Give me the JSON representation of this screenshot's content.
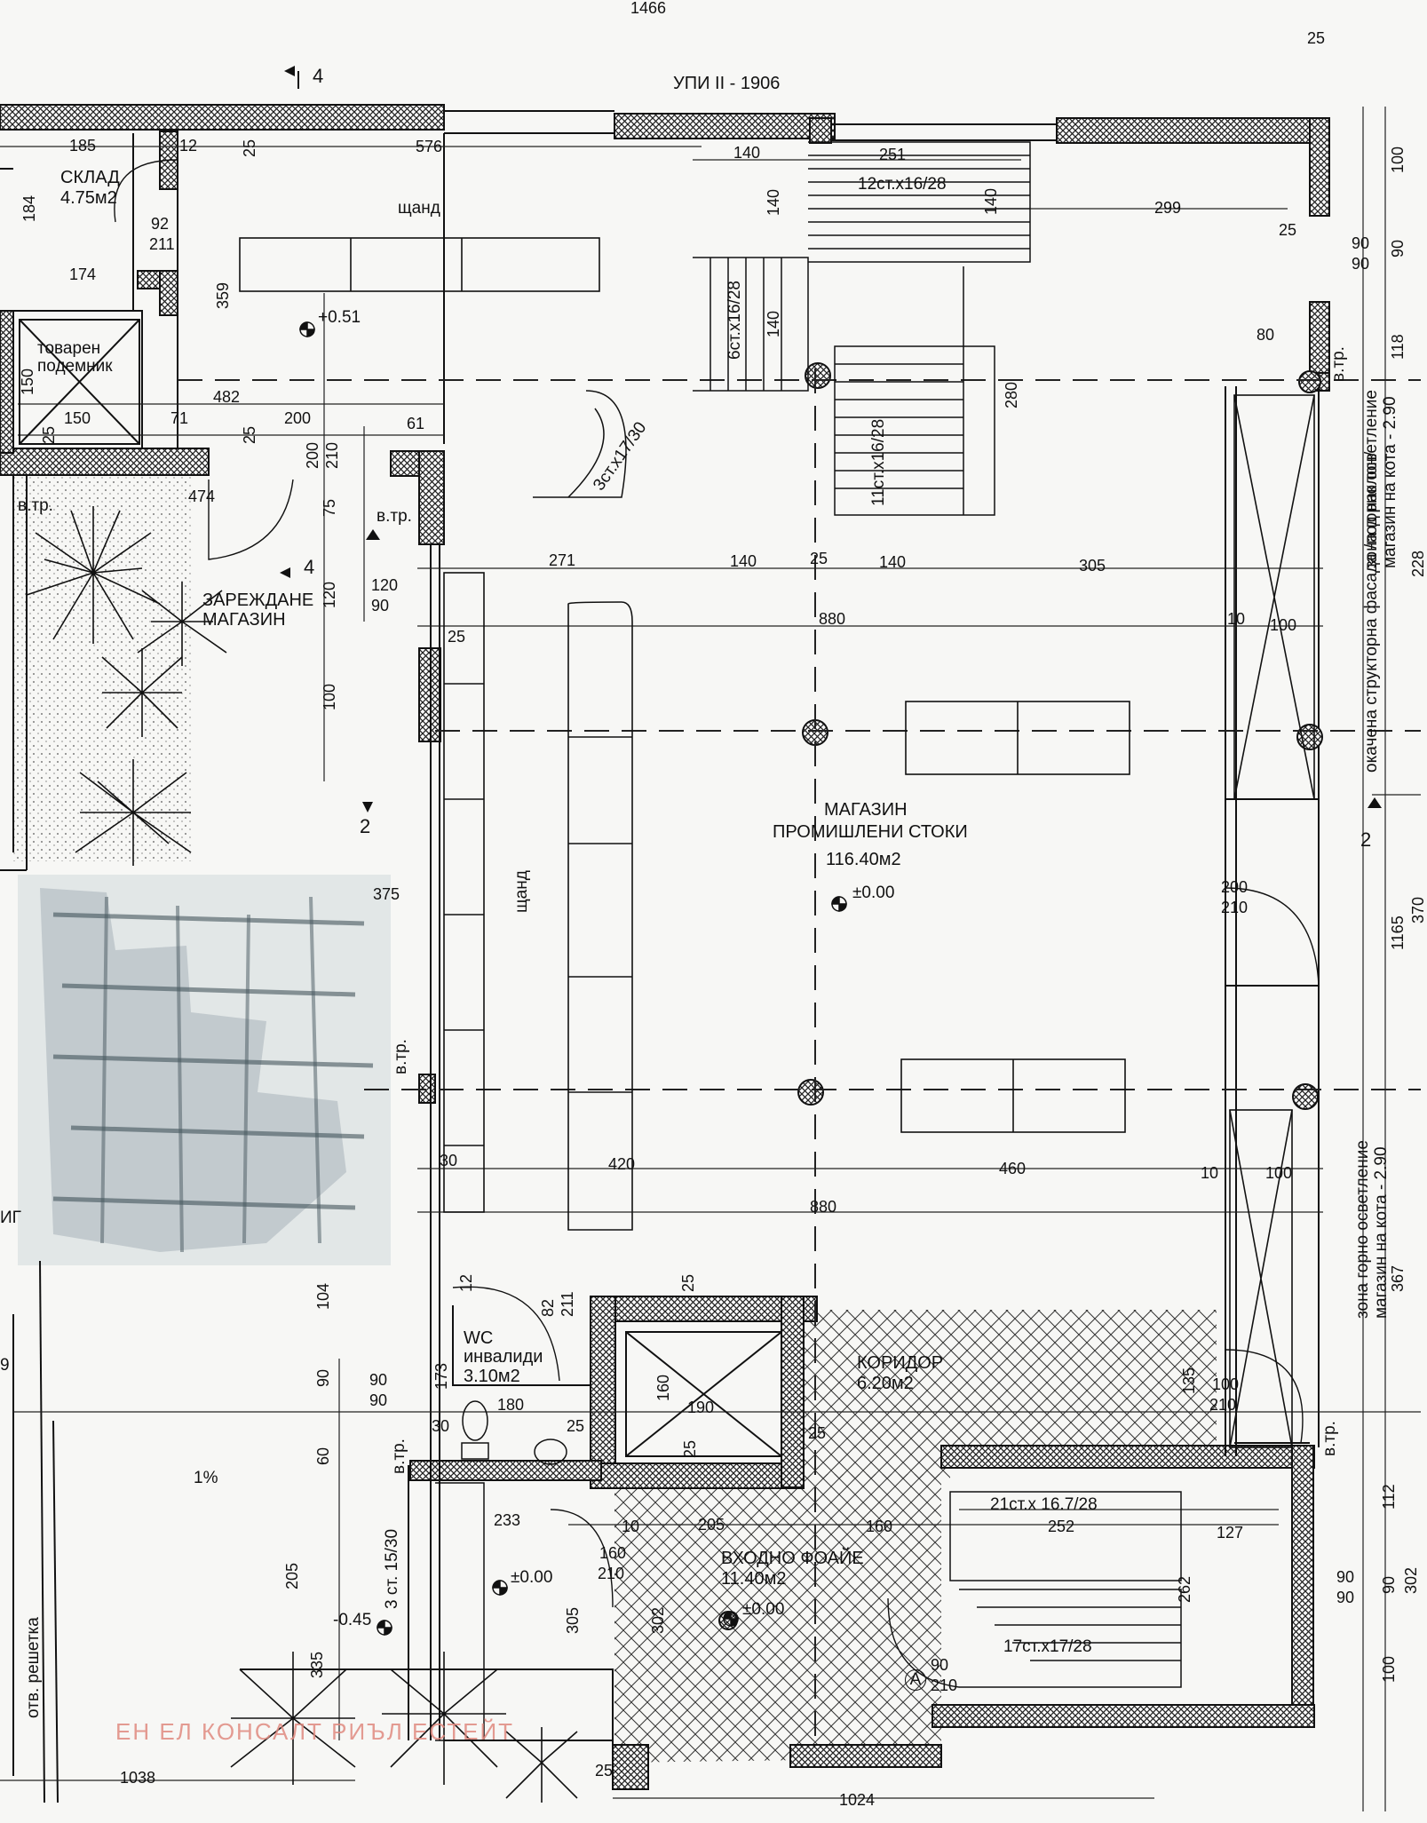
{
  "plot_label": "УПИ II - 1906",
  "rooms": {
    "sklad": {
      "name": "СКЛАД",
      "area": "4.75м2"
    },
    "lift": {
      "name": "товарен подемник"
    },
    "loading": {
      "name": "ЗАРЕЖДАНЕ МАГАЗИН"
    },
    "shop": {
      "name": "МАГАЗИН",
      "subname": "ПРОМИШЛЕНИ СТОКИ",
      "area": "116.40м2"
    },
    "wc": {
      "name": "WC",
      "subname": "инвалиди",
      "area": "3.10м2"
    },
    "corridor": {
      "name": "КОРИДОР",
      "area": "6.20м2"
    },
    "foyer": {
      "name": "ВХОДНО ФОАЙЕ",
      "area": "11.40м2"
    }
  },
  "labels": {
    "stand_top": "щанд",
    "stand_side": "щанд",
    "stairs_top": "12ст.х16/28",
    "stairs_mid": "6ст.х16/28",
    "stairs_right": "11ст.х16/28",
    "stairs_arc": "3ст.х17/30",
    "stairs_entry": "21ст.х 16.7/28",
    "stairs_bottom": "17ст.х17/28",
    "stairs_left": "3 ст. 15/30",
    "vtr": "в.тр.",
    "facade_note_1": "окачена структорна фасада /под наклон/",
    "zone_note_1": "зона горно осветление магазин на кота - 2.90",
    "zone_note_2": "зона горно осветление магазин на кота - 2.90",
    "slope": "1%",
    "grate": "отв. решетка",
    "section_4": "4",
    "section_2": "2",
    "door_a": "A",
    "frag_left_1": "ИГ",
    "frag_left_2": "9"
  },
  "levels": {
    "top_store": "+0.51",
    "shop": "±0.00",
    "left_entry": "±0.00",
    "foyer": "±0.00",
    "outside": "-0.45"
  },
  "dims": {
    "d1466": "1466",
    "d25a": "25",
    "d185": "185",
    "d12": "12",
    "d25b": "25",
    "d576": "576",
    "d140a": "140",
    "d251": "251",
    "d140b": "140",
    "d299": "299",
    "d100r": "100",
    "d90r": "90",
    "d25c": "25",
    "d90_90a": "90",
    "d90_90b": "90",
    "d184": "184",
    "d92": "92",
    "d211": "211",
    "d174": "174",
    "d359": "359",
    "d140c": "140",
    "d140d": "140",
    "d80": "80",
    "d118": "118",
    "d150v": "150",
    "d150h": "150",
    "d482": "482",
    "d71": "71",
    "d200": "200",
    "d61": "61",
    "d280": "280",
    "d25d": "25",
    "d25e": "25",
    "d200v": "200",
    "d210v": "210",
    "d474": "474",
    "d75": "75",
    "d271": "271",
    "d140e": "140",
    "d25f": "25",
    "d140f": "140",
    "d305": "305",
    "d120": "120",
    "d90a": "90",
    "d120v": "120",
    "d25g": "25",
    "d880a": "880",
    "d10a": "10",
    "d100a": "100",
    "d100v": "100",
    "d375": "375",
    "d200b": "200",
    "d210b": "210",
    "d1165": "1165",
    "d370": "370",
    "d30a": "30",
    "d420": "420",
    "d460": "460",
    "d10b": "10",
    "d100b": "100",
    "d880b": "880",
    "d367": "367",
    "d82": "82",
    "d211b": "211",
    "d25h": "25",
    "d12v": "12",
    "d104": "104",
    "d90b": "90",
    "d90c": "90",
    "d90v": "90",
    "d173": "173",
    "d180": "180",
    "d30b": "30",
    "d25i": "25",
    "d160v": "160",
    "d190": "190",
    "d25j": "25",
    "d25k": "25",
    "d135": "135",
    "d100c": "100",
    "d210c": "210",
    "d60": "60",
    "d233": "233",
    "d10c": "10",
    "d205h": "205",
    "d160h": "160",
    "d252": "252",
    "d127": "127",
    "d112": "112",
    "d302r": "302",
    "d160e": "160",
    "d210e": "210",
    "d90d": "90",
    "d90e": "90",
    "d90v2": "90",
    "d262": "262",
    "d205v": "205",
    "d335": "335",
    "d305b": "305",
    "d302b": "302",
    "d90f": "90",
    "d210f": "210",
    "d100d": "100",
    "d1038": "1038",
    "d1024": "1024",
    "d25l": "25",
    "d228": "228"
  },
  "watermark": "ЕН ЕЛ КОНСАЛТ РИЪЛ ЕСТЕЙТ"
}
